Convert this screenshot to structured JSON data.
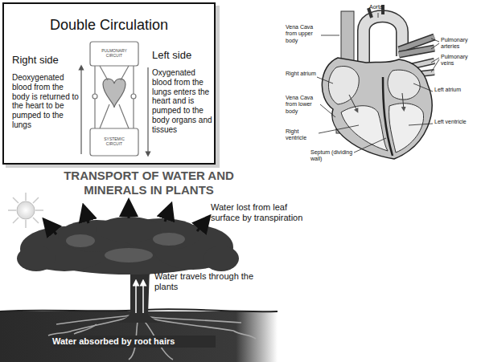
{
  "diagram": {
    "nodes": [
      {
        "text": [
          "Double Circulation",
          "Right side",
          "Deoxygenated blood from the body is returned to the heart to be pumped to the lungs",
          "Left side",
          "Oxygenated blood from the lungs enters the heart and is pumped to the body organs and tissues"
        ]
      }
    ],
    "labels": [
      "PULMONARY CIRCUIT",
      "SYSTEMIC CIRCUIT",
      "Aorta",
      "Vena Cava from upper body",
      "Pulmonary arteries",
      "Pulmonary veins",
      "Right atrium",
      "Left atrium",
      "Vena Cava from lower body",
      "Right ventricle",
      "Left ventricle",
      "Septum (dividing wall)",
      "TRANSPORT OF WATER AND MINERALS IN PLANTS",
      "Water lost from leaf surface by transpiration",
      "Water travels through the plants",
      "Water absorbed by root hairs"
    ]
  }
}
